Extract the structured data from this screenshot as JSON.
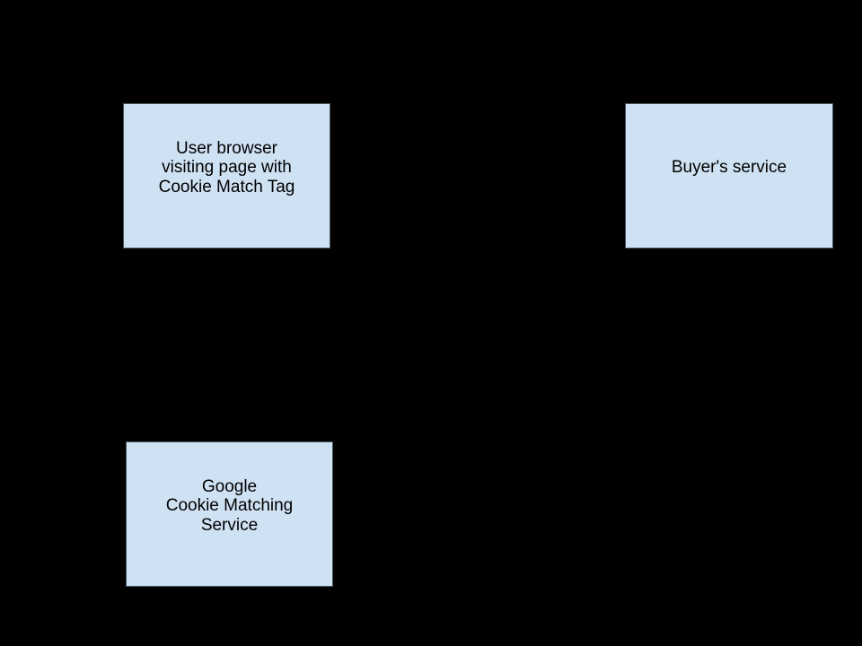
{
  "canvas": {
    "background_color": "#000000"
  },
  "diagram": {
    "node_fill_color": "#cfe2f3",
    "node_border_color": "#46555f",
    "node_text_color": "#000000",
    "nodes": [
      {
        "id": "user-browser",
        "label": "User browser\nvisiting page with\nCookie Match Tag"
      },
      {
        "id": "buyers-service",
        "label": "Buyer's service"
      },
      {
        "id": "google-cookie-matching-service",
        "label": "Google\nCookie Matching\nService"
      }
    ]
  }
}
